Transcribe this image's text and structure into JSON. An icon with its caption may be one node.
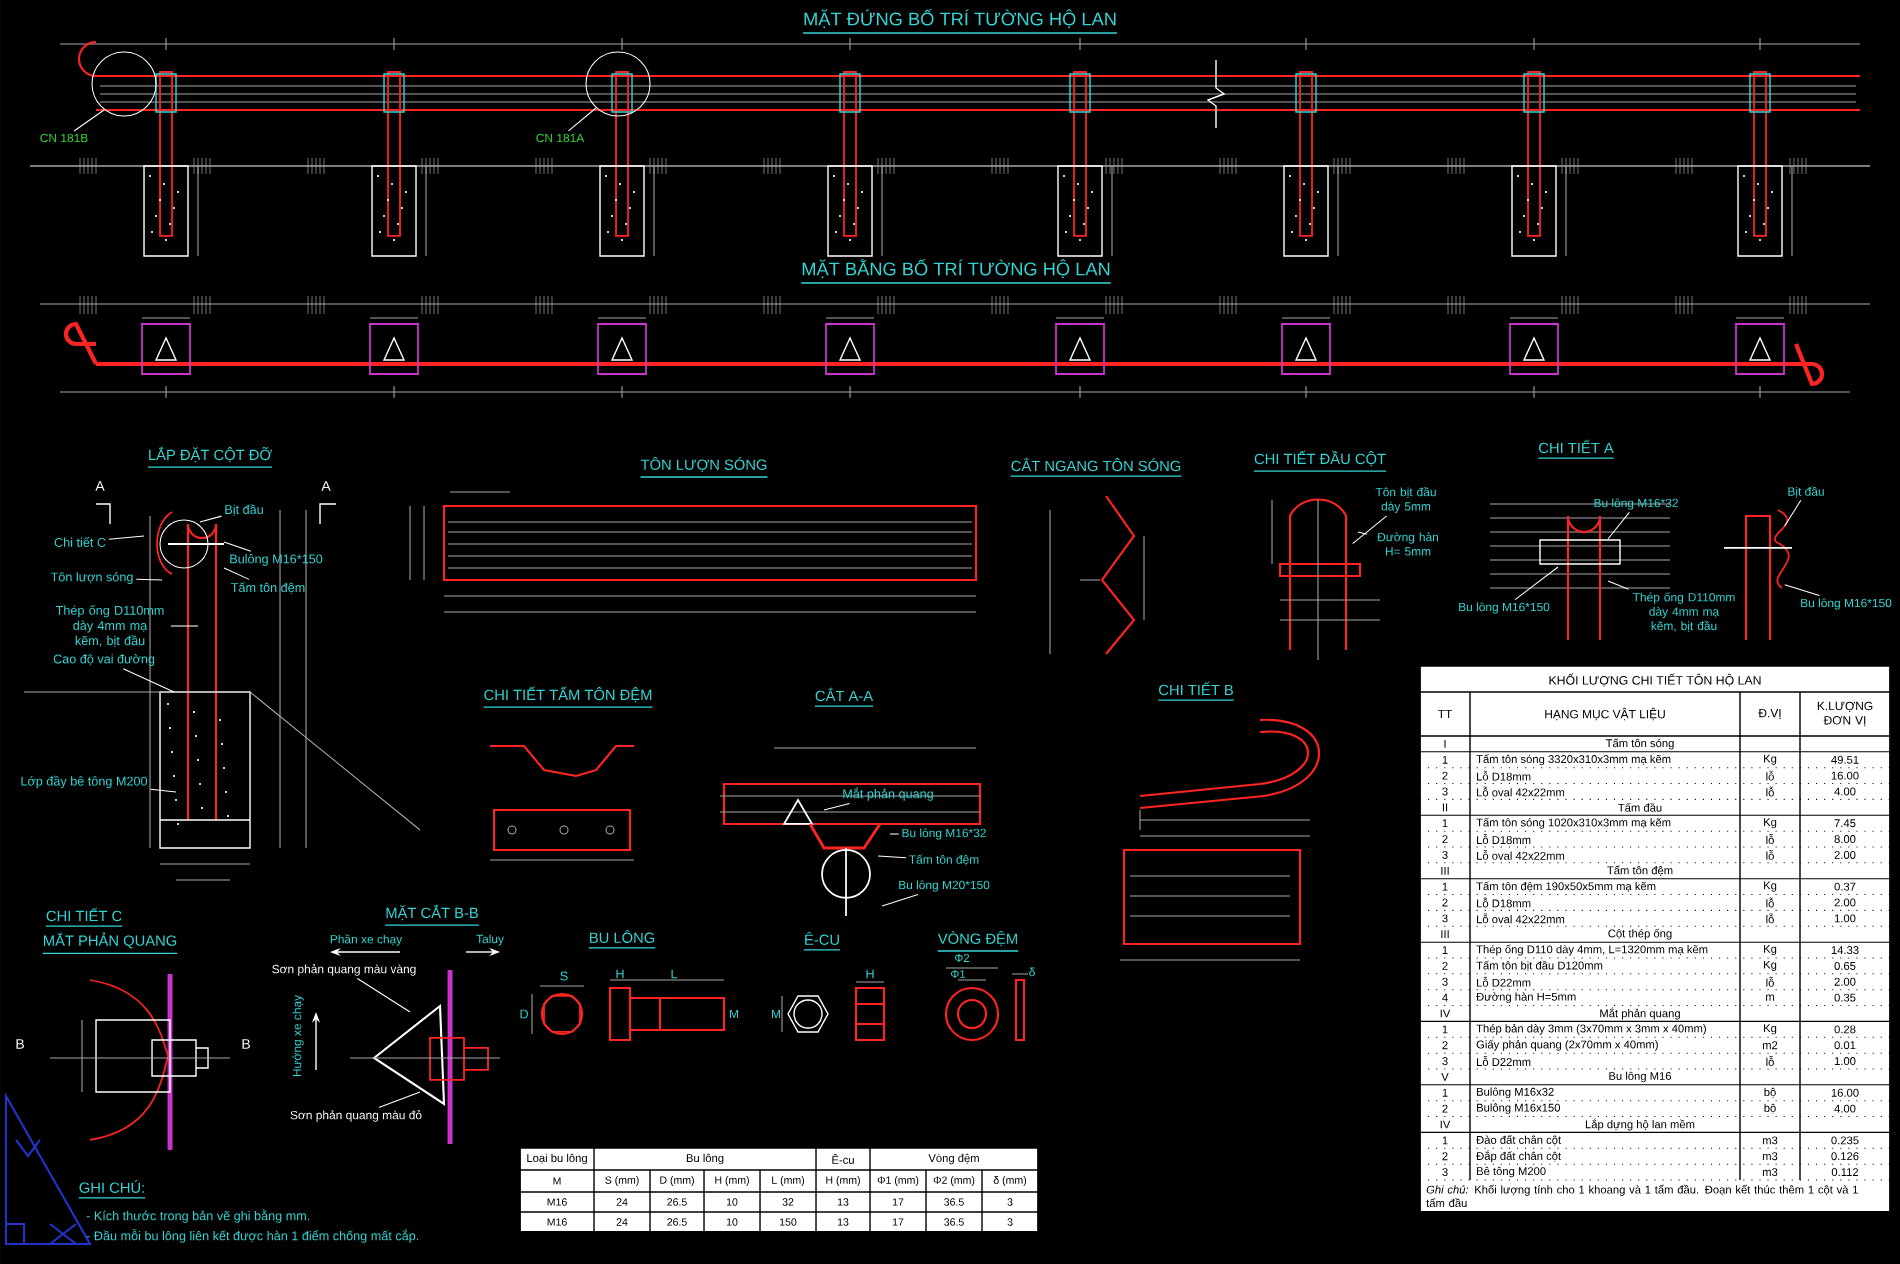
{
  "diagram": {
    "title": "MẶT ĐỨNG BỐ TRÍ TƯỜNG HỘ LAN",
    "nodes": [
      {
        "text": [
          "CN 181B"
        ]
      },
      {
        "text": [
          "CN 181A"
        ]
      },
      {
        "text": [
          "Bịt đầu"
        ]
      },
      {
        "text": [
          "Chi tiết C"
        ]
      },
      {
        "text": [
          "Tôn lượn sóng"
        ]
      },
      {
        "text": [
          "Bulông M16*150"
        ]
      },
      {
        "text": [
          "Tấm tôn đệm"
        ]
      },
      {
        "text": [
          "Thép ống D110mm dày 4mm mạ kẽm, bịt đầu"
        ]
      },
      {
        "text": [
          "Cao độ vai đường"
        ]
      },
      {
        "text": [
          "Lớp đầy bê tông M200"
        ]
      },
      {
        "text": [
          "Tôn bịt đầu dày 5mm"
        ]
      },
      {
        "text": [
          "Đường hàn H= 5mm"
        ]
      },
      {
        "text": [
          "Bu lông M16*32"
        ]
      },
      {
        "text": [
          "Bu lông M16*150"
        ]
      },
      {
        "text": [
          "Thép ống D110mm dày 4mm mạ kẽm, bịt đầu"
        ]
      },
      {
        "text": [
          "Bịt đầu"
        ]
      },
      {
        "text": [
          "Bu lông M16*150"
        ]
      },
      {
        "text": [
          "Mắt phản quang"
        ]
      },
      {
        "text": [
          "Bu lông M16*32"
        ]
      },
      {
        "text": [
          "Tấm tôn đệm"
        ]
      },
      {
        "text": [
          "Bu lông M20*150"
        ]
      },
      {
        "text": [
          "Sơn phản quang màu vàng"
        ]
      },
      {
        "text": [
          "Sơn phản quang màu đỏ"
        ]
      },
      {
        "text": [],
        "shape": "picture"
      },
      {
        "text": [],
        "shape": "picture"
      }
    ],
    "edges": [
      {
        "from": 0,
        "to": null,
        "arrow": "none"
      },
      {
        "from": 1,
        "to": null,
        "arrow": "none"
      },
      {
        "from": 2,
        "to": null,
        "arrow": "none"
      },
      {
        "from": 3,
        "to": null,
        "arrow": "none"
      },
      {
        "from": 4,
        "to": null,
        "arrow": "none"
      },
      {
        "from": 5,
        "to": null,
        "arrow": "none"
      },
      {
        "from": 6,
        "to": null,
        "arrow": "none"
      },
      {
        "from": 7,
        "to": null,
        "arrow": "none"
      },
      {
        "from": 8,
        "to": null,
        "arrow": "none"
      },
      {
        "from": 9,
        "to": null,
        "arrow": "none"
      },
      {
        "from": 10,
        "to": 23,
        "arrow": "none"
      },
      {
        "from": 11,
        "to": null,
        "arrow": "none"
      },
      {
        "from": 12,
        "to": null,
        "arrow": "none"
      },
      {
        "from": 13,
        "to": null,
        "arrow": "none"
      },
      {
        "from": 14,
        "to": null,
        "arrow": "none"
      },
      {
        "from": 15,
        "to": 24,
        "arrow": "none"
      },
      {
        "from": 16,
        "to": 24,
        "arrow": "none"
      },
      {
        "from": 17,
        "to": null,
        "arrow": "none"
      },
      {
        "from": 18,
        "to": null,
        "arrow": "none"
      },
      {
        "from": 19,
        "to": null,
        "arrow": "none"
      },
      {
        "from": 20,
        "to": null,
        "arrow": "none"
      },
      {
        "from": 21,
        "to": null,
        "arrow": "none"
      },
      {
        "from": 22,
        "to": null,
        "arrow": "none"
      }
    ],
    "labels": [
      "MẶT BẰNG BỐ TRÍ TƯỜNG HỘ LAN",
      "LẮP ĐẶT CỘT ĐỠ",
      "A",
      "A",
      "TÔN LƯỢN SÓNG",
      "CẮT NGANG TÔN SÓNG",
      "CHI TIẾT ĐẦU CỘT",
      "CHI TIẾT A",
      "CHI TIẾT TẤM TÔN ĐỆM",
      "CẮT A-A",
      "CHI TIẾT B",
      "CHI TIẾT C",
      "MẮT PHẢN QUANG",
      "B",
      "B",
      "MẶT CẮT B-B",
      "Phần xe chạy",
      "Taluy",
      "Hướng xe chạy",
      "BU LÔNG",
      "Ê-CU",
      "VÒNG ĐỆM",
      "S",
      "H",
      "L",
      "D",
      "M",
      "M",
      "H",
      "Φ2",
      "Φ1",
      "δ",
      "GHI CHÚ:",
      "- Kích thước trong bản vẽ ghi bằng mm.",
      "- Đầu mỗi bu lông liên kết được hàn 1 điểm chống mất cắp.",
      "KHỐI LƯỢNG CHI TIẾT TÔN HỘ LAN",
      "TT",
      "HẠNG MỤC VẬT LIỆU",
      "Đ.VỊ",
      "K.LƯỢNG ĐƠN VỊ",
      "I",
      "Tấm tôn sóng",
      "1",
      "Tấm tôn sóng 3320x310x3mm mạ kẽm",
      "Kg",
      "49.51",
      "2",
      "Lỗ D18mm",
      "lỗ",
      "16.00",
      "3",
      "Lỗ oval 42x22mm",
      "lỗ",
      "4.00",
      "II",
      "Tấm đầu",
      "1",
      "Tấm tôn sóng 1020x310x3mm mạ kẽm",
      "Kg",
      "7.45",
      "2",
      "Lỗ D18mm",
      "lỗ",
      "8.00",
      "3",
      "Lỗ oval 42x22mm",
      "lỗ",
      "2.00",
      "III",
      "Tấm tôn đệm",
      "1",
      "Tấm tôn đệm 190x50x5mm mạ kẽm",
      "Kg",
      "0.37",
      "2",
      "Lỗ D18mm",
      "lỗ",
      "2.00",
      "3",
      "Lỗ oval 42x22mm",
      "lỗ",
      "1.00",
      "III",
      "Cột thép ống",
      "1",
      "Thép ống D110 dày 4mm, L=1320mm mạ kẽm",
      "Kg",
      "14.33",
      "2",
      "Tấm tôn bịt đầu D120mm",
      "Kg",
      "0.65",
      "3",
      "Lỗ D22mm",
      "lỗ",
      "2.00",
      "4",
      "Đường hàn H=5mm",
      "m",
      "0.35",
      "IV",
      "Mắt phản quang",
      "1",
      "Thép bản dày 3mm (3x70mm x 3mm x 40mm)",
      "Kg",
      "0.28",
      "2",
      "Giấy phản quang (2x70mm x 40mm)",
      "m2",
      "0.01",
      "3",
      "Lỗ D22mm",
      "lỗ",
      "1.00",
      "V",
      "Bu lông M16",
      "1",
      "Bulông M16x32",
      "bộ",
      "16.00",
      "2",
      "Bulông M16x150",
      "bộ",
      "4.00",
      "IV",
      "Lắp dựng hộ lan mềm",
      "1",
      "Đào đất chân cột",
      "m3",
      "0.235",
      "2",
      "Đắp đất chân cột",
      "m3",
      "0.126",
      "3",
      "Bê tông M200",
      "m3",
      "0.112",
      "*Ghi chú:* Khối lượng tính cho 1 khoang và 1 tấm đầu. Đoạn kết thúc thêm 1 cột và 1 tấm đầu",
      "Loại bu lông",
      "Bu lông",
      "Ê-cu",
      "Vòng đệm",
      "M",
      "S (mm)",
      "D (mm)",
      "H (mm)",
      "L (mm)",
      "H (mm)",
      "Φ1 (mm)",
      "Φ2 (mm)",
      "δ (mm)",
      "M16",
      "24",
      "26.5",
      "10",
      "32",
      "13",
      "17",
      "36.5",
      "3",
      "M16",
      "24",
      "26.5",
      "10",
      "150",
      "13",
      "17",
      "36.5",
      "3"
    ]
  }
}
